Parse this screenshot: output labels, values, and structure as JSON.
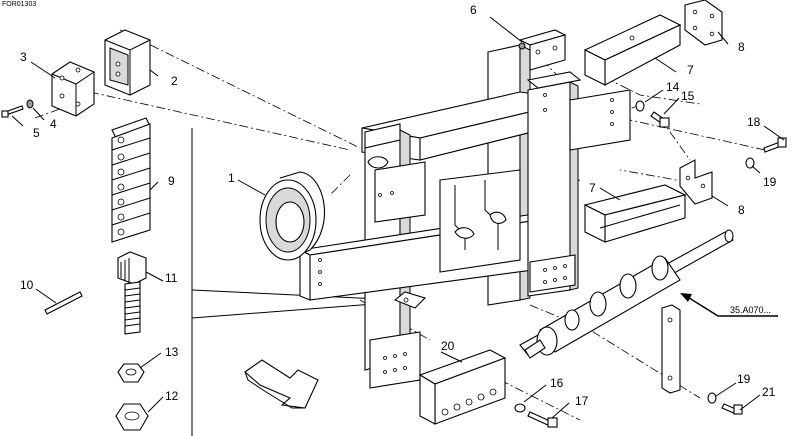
{
  "header_code": "FOR01303",
  "callouts": {
    "c1": "1",
    "c2": "2",
    "c3": "3",
    "c4": "4",
    "c5": "5",
    "c6": "6",
    "c7a": "7",
    "c7b": "7",
    "c8a": "8",
    "c8b": "8",
    "c9": "9",
    "c10": "10",
    "c11": "11",
    "c12": "12",
    "c13": "13",
    "c14": "14",
    "c15": "15",
    "c16": "16",
    "c17": "17",
    "c18": "18",
    "c19a": "19",
    "c19b": "19",
    "c20": "20",
    "c21": "21"
  },
  "reference_label": "35.A070..."
}
